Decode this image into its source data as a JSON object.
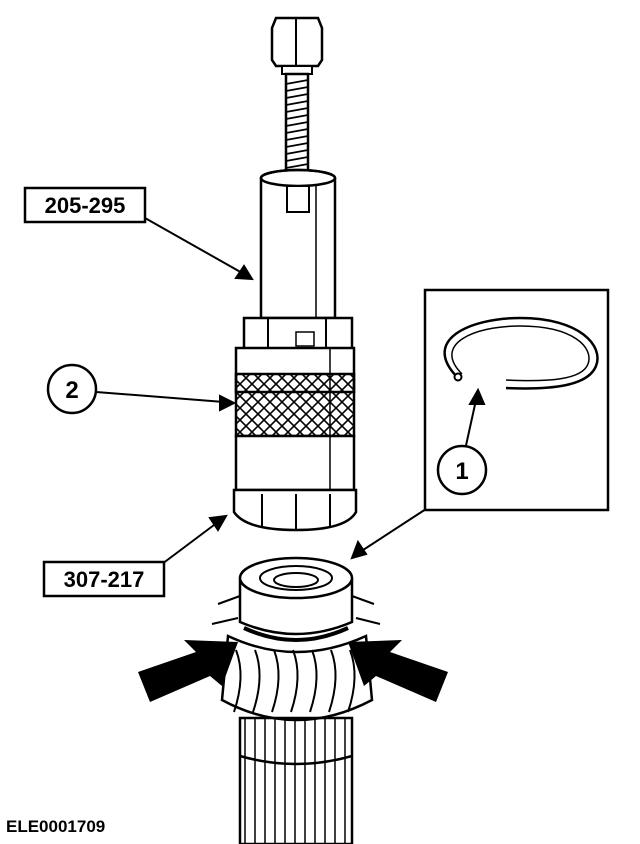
{
  "callouts": {
    "tool_a": "205-295",
    "tool_b": "307-217",
    "item_1": "1",
    "item_2": "2"
  },
  "figure_id": "ELE0001709",
  "colors": {
    "ink": "#000000",
    "paper": "#ffffff"
  }
}
